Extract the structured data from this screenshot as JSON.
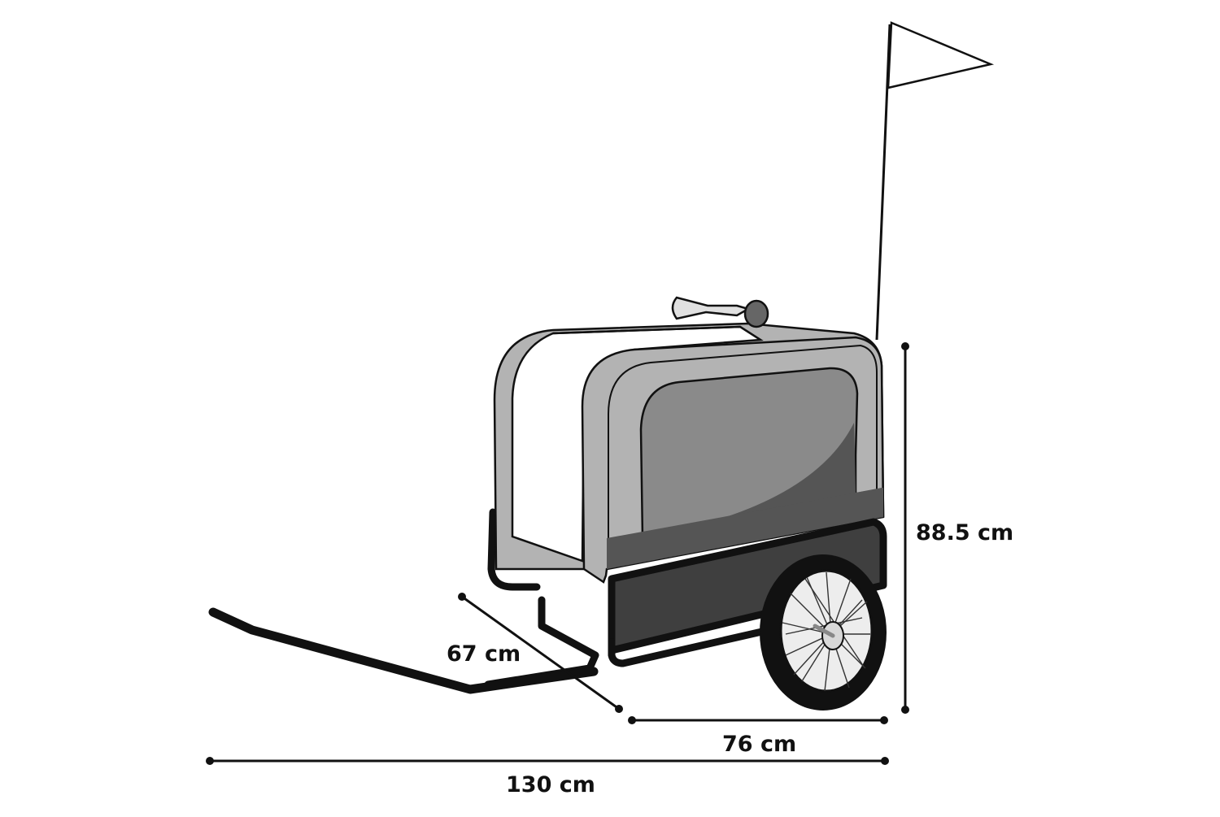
{
  "diagram": {
    "subject": "bike-trailer",
    "colors": {
      "frame": "#111111",
      "canopy_light": "#b3b3b3",
      "canopy_white": "#ffffff",
      "window": "#8a8a8a",
      "window_dark": "#555555",
      "base_panel": "#3f3f3f",
      "tire": "#111111",
      "rim": "#ededed",
      "flag": "#ffffff"
    },
    "dimensions": {
      "height": "88.5 cm",
      "depth": "67 cm",
      "width": "76 cm",
      "total_length": "130 cm"
    }
  }
}
